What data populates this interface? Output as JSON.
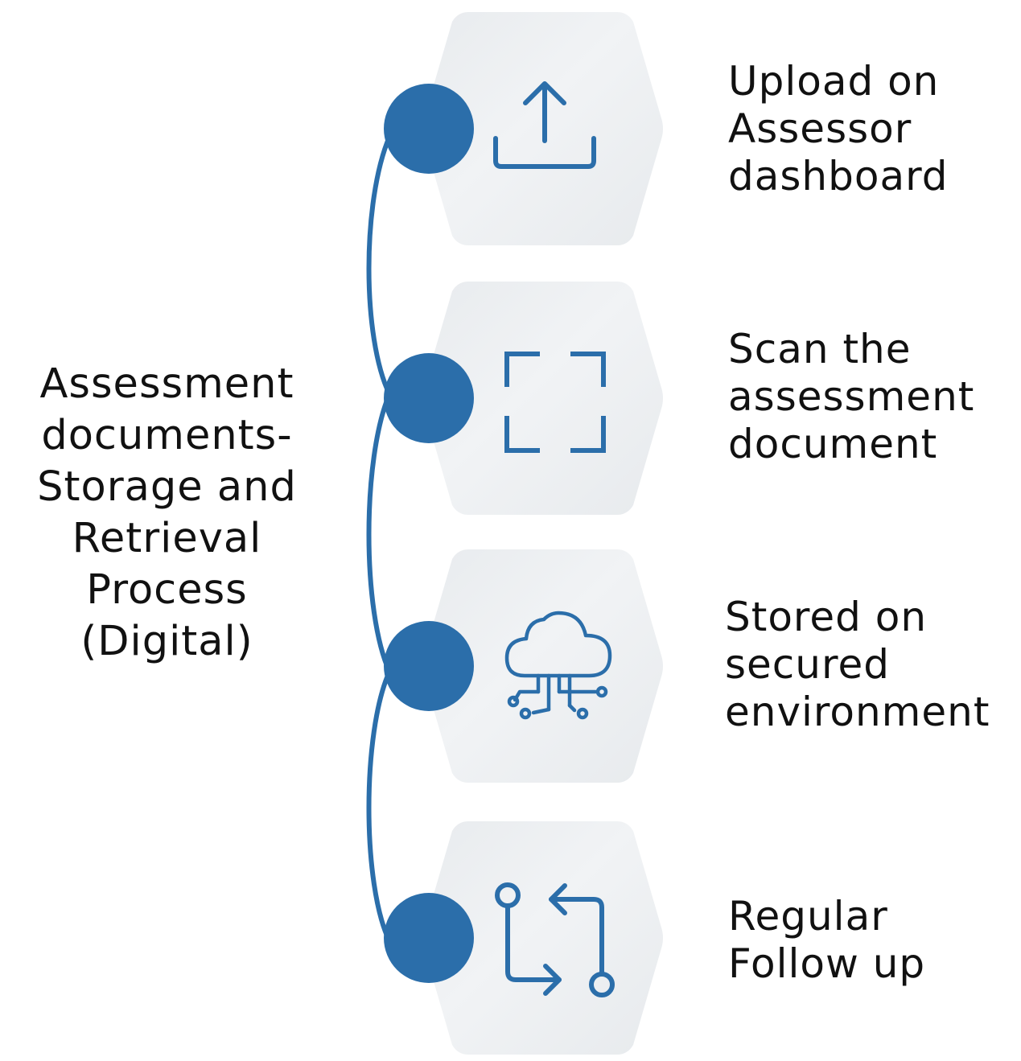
{
  "diagram": {
    "title_lines": [
      "Assessment",
      "documents-",
      "Storage and",
      "Retrieval",
      "Process",
      "(Digital)"
    ],
    "colors": {
      "accent": "#2b6eaa",
      "hexagon_fill": "#eef0f2",
      "hexagon_fill_dark": "#e6e9ec",
      "text": "#111111"
    },
    "steps": [
      {
        "icon": "upload-icon",
        "label_lines": [
          "Upload on",
          "Assessor",
          "dashboard"
        ]
      },
      {
        "icon": "scan-frame-icon",
        "label_lines": [
          "Scan the",
          "assessment",
          "document"
        ]
      },
      {
        "icon": "cloud-network-icon",
        "label_lines": [
          "Stored on",
          "secured",
          "environment"
        ]
      },
      {
        "icon": "follow-up-arrows-icon",
        "label_lines": [
          "Regular",
          "Follow up"
        ]
      }
    ]
  }
}
